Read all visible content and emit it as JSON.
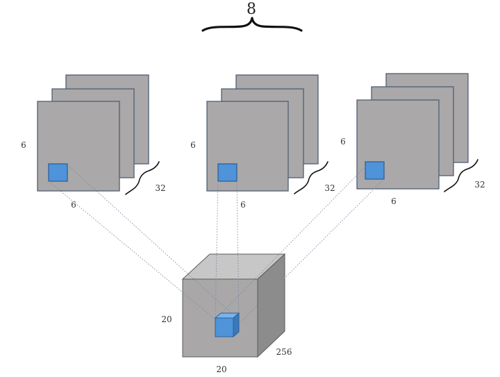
{
  "diagram": {
    "group_count_label": "8",
    "groups": [
      {
        "height_label": "6",
        "width_label": "6",
        "depth_label": "32"
      },
      {
        "height_label": "6",
        "width_label": "6",
        "depth_label": "32"
      },
      {
        "height_label": "6",
        "width_label": "6",
        "depth_label": "32"
      }
    ],
    "output_cube": {
      "height_label": "20",
      "width_label": "20",
      "depth_label": "256"
    },
    "colors": {
      "sheet_fill": "#aaa8a9",
      "sheet_stroke": "#4f5f72",
      "kernel_blue": "#4f93d9",
      "cube_front": "#a9a7a8",
      "cube_top": "#c8c7c8",
      "cube_side": "#8d8c8d"
    }
  }
}
